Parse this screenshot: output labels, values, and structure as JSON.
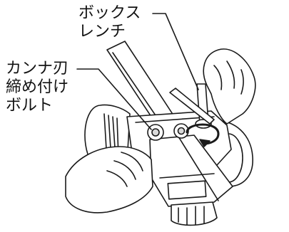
{
  "labels": {
    "box_wrench": [
      "ボックス",
      "レンチ"
    ],
    "blade_bolt": [
      "カンナ刃",
      "締め付け",
      "ボルト"
    ]
  },
  "colors": {
    "line": "#1a1a1a",
    "fill": "#ffffff",
    "shade": "#d9d9d9"
  }
}
